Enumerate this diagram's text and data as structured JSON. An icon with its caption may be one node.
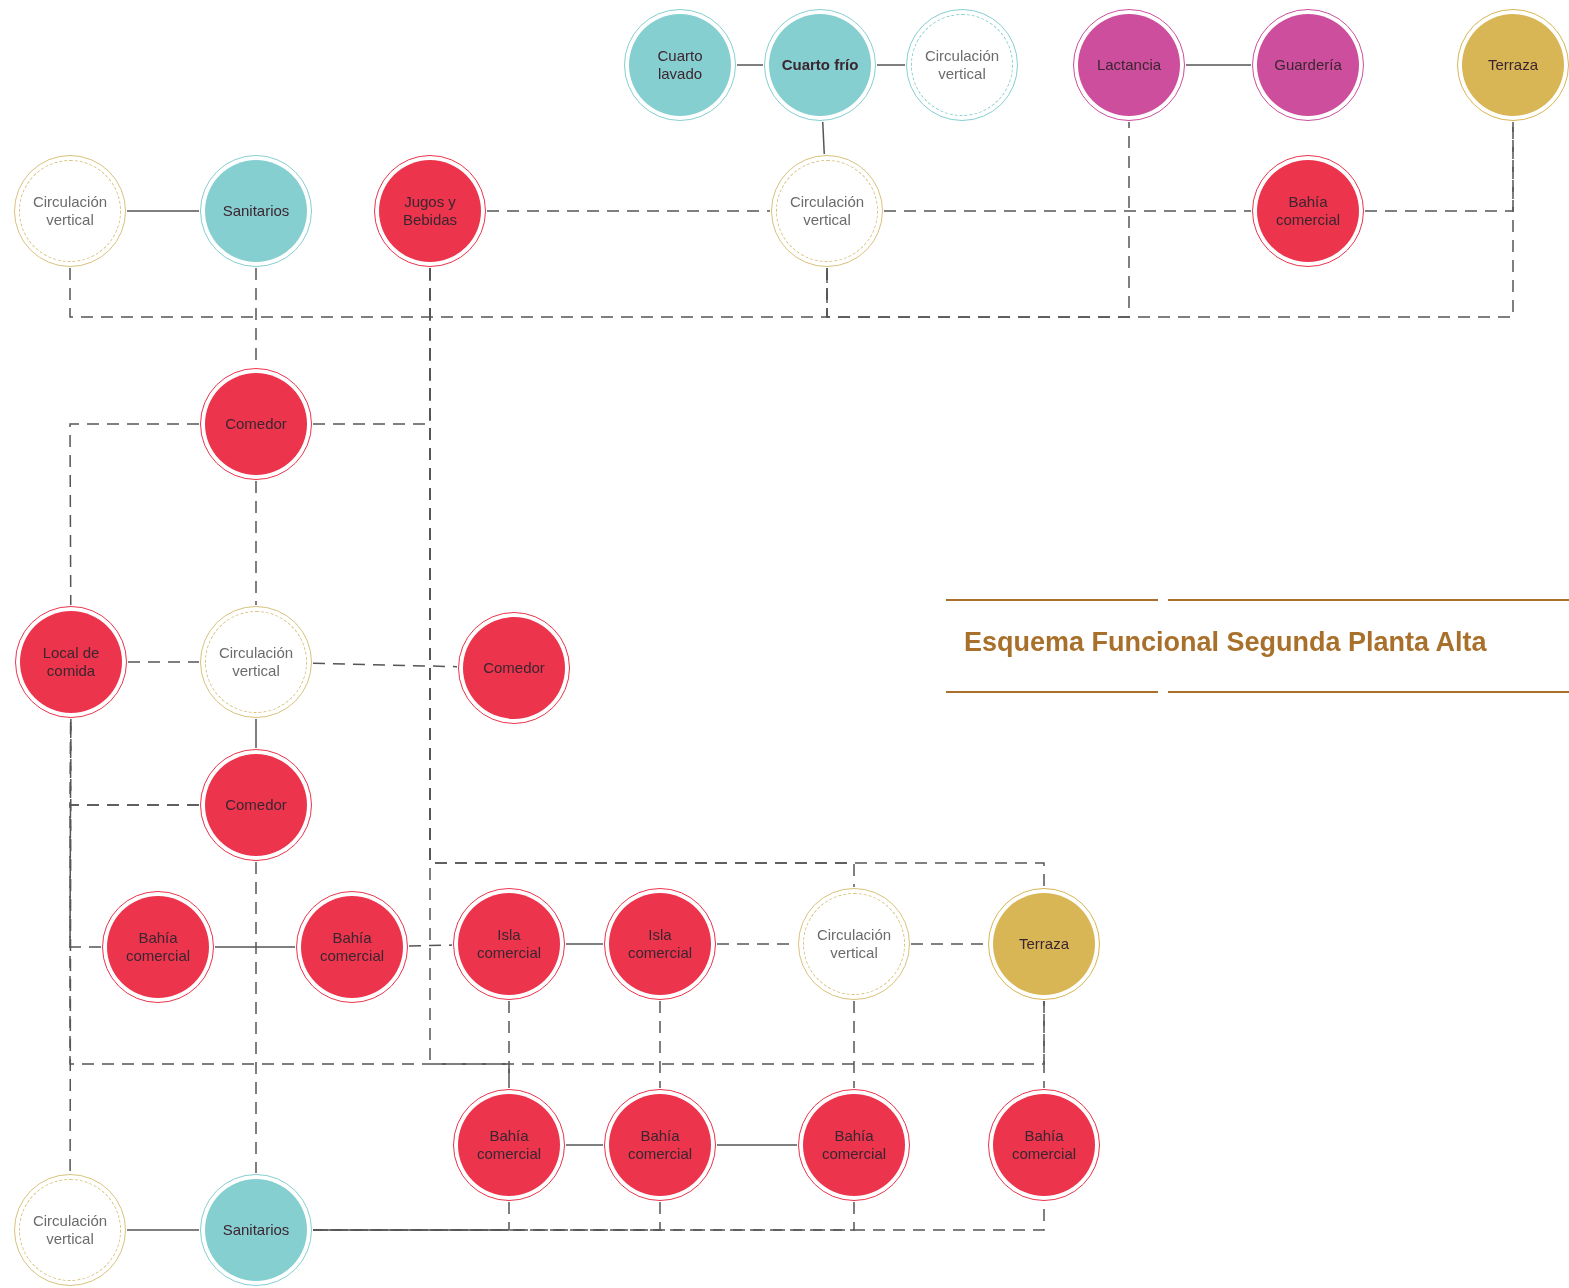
{
  "diagram": {
    "title": "Esquema Funcional Segunda Planta Alta",
    "nodes": [
      {
        "text": [
          "Cuarto lavado"
        ]
      },
      {
        "text": [
          "Cuarto frío"
        ]
      },
      {
        "text": [
          "Circulación vertical"
        ]
      },
      {
        "text": [
          "Lactancia"
        ]
      },
      {
        "text": [
          "Guardería"
        ]
      },
      {
        "text": [
          "Terraza"
        ]
      },
      {
        "text": [
          "Circulación vertical"
        ]
      },
      {
        "text": [
          "Sanitarios"
        ]
      },
      {
        "text": [
          "Jugos y Bebidas"
        ]
      },
      {
        "text": [
          "Circulación vertical"
        ]
      },
      {
        "text": [
          "Bahía comercial"
        ]
      },
      {
        "text": [
          "Comedor"
        ]
      },
      {
        "text": [
          "Local de comida"
        ]
      },
      {
        "text": [
          "Circulación vertical"
        ]
      },
      {
        "text": [
          "Comedor"
        ]
      },
      {
        "text": [
          "Comedor"
        ]
      },
      {
        "text": [
          "Bahía comercial"
        ]
      },
      {
        "text": [
          "Bahía comercial"
        ]
      },
      {
        "text": [
          "Isla comercial"
        ]
      },
      {
        "text": [
          "Isla comercial"
        ]
      },
      {
        "text": [
          "Circulación vertical"
        ]
      },
      {
        "text": [
          "Terraza"
        ]
      },
      {
        "text": [
          "Bahía comercial"
        ]
      },
      {
        "text": [
          "Bahía comercial"
        ]
      },
      {
        "text": [
          "Bahía comercial"
        ]
      },
      {
        "text": [
          "Bahía comercial"
        ]
      },
      {
        "text": [
          "Circulación vertical"
        ]
      },
      {
        "text": [
          "Sanitarios"
        ]
      }
    ],
    "edges": [
      {
        "from": 0,
        "to": 1,
        "arrow": "none"
      },
      {
        "from": 1,
        "to": 2,
        "arrow": "none"
      },
      {
        "from": 3,
        "to": 4,
        "arrow": "none"
      },
      {
        "from": 1,
        "to": 9,
        "arrow": "none"
      },
      {
        "from": 6,
        "to": 7,
        "arrow": "none"
      },
      {
        "from": 8,
        "to": 9,
        "arrow": "none",
        "style": "dashed"
      },
      {
        "from": 9,
        "to": 10,
        "arrow": "none",
        "style": "dashed"
      },
      {
        "from": 10,
        "to": 5,
        "arrow": "none",
        "style": "dashed"
      },
      {
        "from": 9,
        "to": 3,
        "arrow": "none",
        "style": "dashed"
      },
      {
        "from": 9,
        "to": 5,
        "arrow": "none",
        "style": "dashed"
      },
      {
        "from": 6,
        "to": 9,
        "arrow": "none",
        "style": "dashed"
      },
      {
        "from": 7,
        "to": 11,
        "arrow": "none",
        "style": "dashed"
      },
      {
        "from": 11,
        "to": 12,
        "arrow": "none",
        "style": "dashed"
      },
      {
        "from": 11,
        "to": 8,
        "arrow": "none",
        "style": "dashed"
      },
      {
        "from": 11,
        "to": 13,
        "arrow": "none",
        "style": "dashed"
      },
      {
        "from": 12,
        "to": 13,
        "arrow": "none",
        "style": "dashed"
      },
      {
        "from": 13,
        "to": 14,
        "arrow": "none",
        "style": "dashed"
      },
      {
        "from": 13,
        "to": 15,
        "arrow": "none"
      },
      {
        "from": 15,
        "to": 12,
        "arrow": "none",
        "style": "dashed"
      },
      {
        "from": 15,
        "to": 27,
        "arrow": "none",
        "style": "dashed"
      },
      {
        "from": 12,
        "to": 26,
        "arrow": "none",
        "style": "dashed"
      },
      {
        "from": 16,
        "to": 12,
        "arrow": "none",
        "style": "dashed"
      },
      {
        "from": 16,
        "to": 17,
        "arrow": "none"
      },
      {
        "from": 17,
        "to": 18,
        "arrow": "none",
        "style": "dashed"
      },
      {
        "from": 18,
        "to": 19,
        "arrow": "none"
      },
      {
        "from": 19,
        "to": 20,
        "arrow": "none",
        "style": "dashed"
      },
      {
        "from": 20,
        "to": 21,
        "arrow": "none",
        "style": "dashed"
      },
      {
        "from": 8,
        "to": 21,
        "arrow": "none",
        "style": "dashed"
      },
      {
        "from": 8,
        "to": 20,
        "arrow": "none",
        "style": "dashed"
      },
      {
        "from": 8,
        "to": 22,
        "arrow": "none",
        "style": "dashed"
      },
      {
        "from": 18,
        "to": 22,
        "arrow": "none",
        "style": "dashed"
      },
      {
        "from": 19,
        "to": 23,
        "arrow": "none",
        "style": "dashed"
      },
      {
        "from": 20,
        "to": 24,
        "arrow": "none",
        "style": "dashed"
      },
      {
        "from": 21,
        "to": 25,
        "arrow": "none",
        "style": "dashed"
      },
      {
        "from": 15,
        "to": 21,
        "arrow": "none",
        "style": "dashed"
      },
      {
        "from": 22,
        "to": 23,
        "arrow": "none"
      },
      {
        "from": 23,
        "to": 24,
        "arrow": "none"
      },
      {
        "from": 26,
        "to": 27,
        "arrow": "none"
      },
      {
        "from": 27,
        "to": 25,
        "arrow": "none",
        "style": "dashed"
      },
      {
        "from": 22,
        "to": 27,
        "arrow": "none",
        "style": "dashed"
      },
      {
        "from": 23,
        "to": 27,
        "arrow": "none",
        "style": "dashed"
      },
      {
        "from": 24,
        "to": 27,
        "arrow": "none",
        "style": "dashed"
      }
    ]
  }
}
